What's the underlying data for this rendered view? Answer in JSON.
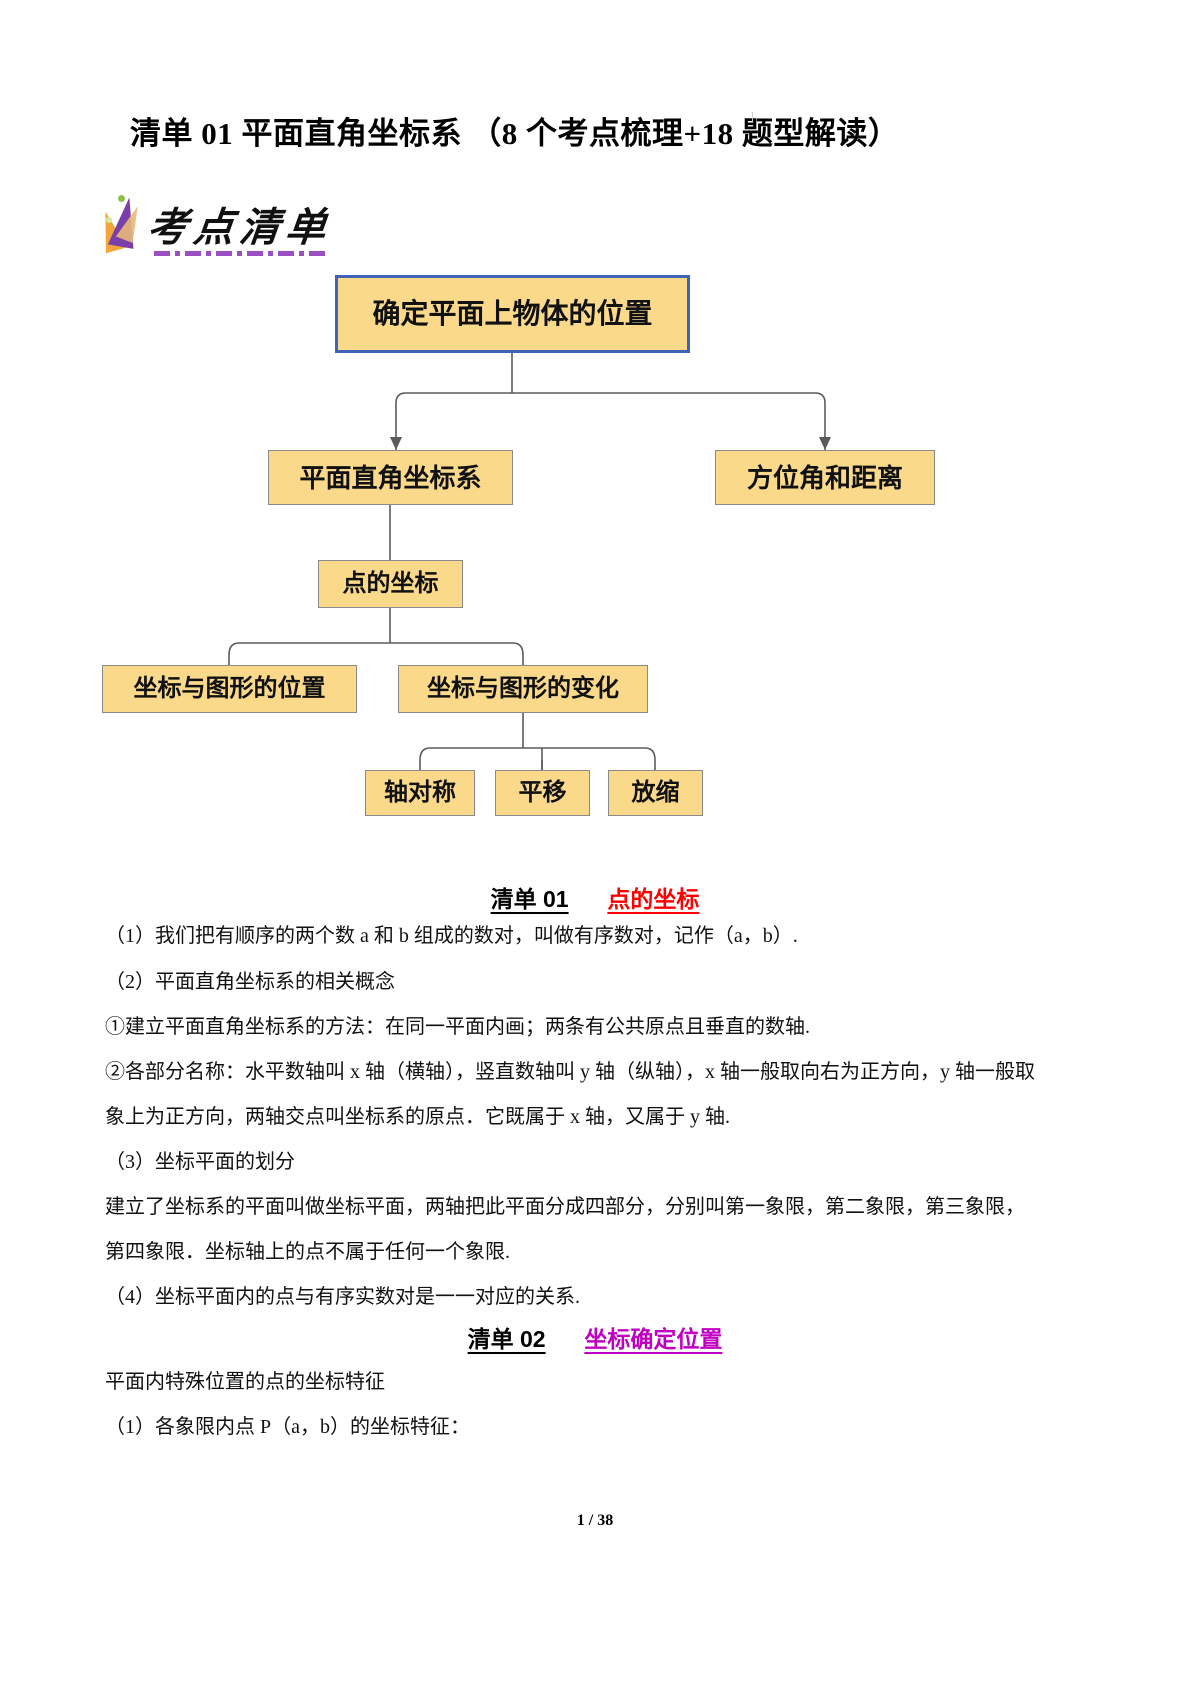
{
  "document": {
    "title": "清单 01  平面直角坐标系 （8 个考点梳理+18 题型解读）",
    "footer": "1 / 38"
  },
  "logo": {
    "text": "考点清单"
  },
  "flowchart": {
    "type": "tree-diagram",
    "nodes": [
      {
        "id": "root",
        "label": "确定平面上物体的位置",
        "level": 0
      },
      {
        "id": "pcs",
        "label": "平面直角坐标系",
        "level": 1
      },
      {
        "id": "fwj",
        "label": "方位角和距离",
        "level": 1
      },
      {
        "id": "point",
        "label": "点的坐标",
        "level": 2
      },
      {
        "id": "pos",
        "label": "坐标与图形的位置",
        "level": 3
      },
      {
        "id": "chg",
        "label": "坐标与图形的变化",
        "level": 3
      },
      {
        "id": "sym",
        "label": "轴对称",
        "level": 4
      },
      {
        "id": "trans",
        "label": "平移",
        "level": 4
      },
      {
        "id": "scale",
        "label": "放缩",
        "level": 4
      }
    ],
    "edges": [
      {
        "from": "root",
        "to": "pcs"
      },
      {
        "from": "root",
        "to": "fwj"
      },
      {
        "from": "pcs",
        "to": "point"
      },
      {
        "from": "point",
        "to": "pos"
      },
      {
        "from": "point",
        "to": "chg"
      },
      {
        "from": "chg",
        "to": "sym"
      },
      {
        "from": "chg",
        "to": "trans"
      },
      {
        "from": "chg",
        "to": "scale"
      }
    ],
    "colors": {
      "node_fill": "#fad98b",
      "node_border": "#8a8a8a",
      "root_border": "#3f63b5",
      "connector": "#5a5a5a"
    }
  },
  "sections": [
    {
      "id": "sec1",
      "number": "清单 01",
      "name": "点的坐标",
      "name_color": "#ff0000"
    },
    {
      "id": "sec2",
      "number": "清单 02",
      "name": "坐标确定位置",
      "name_color": "#c000c0"
    }
  ],
  "body": {
    "lines": [
      "（1）我们把有顺序的两个数 a 和 b 组成的数对，叫做有序数对，记作（a，b）.",
      "（2）平面直角坐标系的相关概念",
      "①建立平面直角坐标系的方法：在同一平面内画；两条有公共原点且垂直的数轴.",
      "②各部分名称：水平数轴叫 x 轴（横轴），竖直数轴叫 y 轴（纵轴），x 轴一般取向右为正方向，y 轴一般取",
      "象上为正方向，两轴交点叫坐标系的原点．它既属于 x 轴，又属于 y 轴.",
      "（3）坐标平面的划分",
      "建立了坐标系的平面叫做坐标平面，两轴把此平面分成四部分，分别叫第一象限，第二象限，第三象限，",
      "第四象限．坐标轴上的点不属于任何一个象限.",
      "（4）坐标平面内的点与有序实数对是一一对应的关系.",
      "平面内特殊位置的点的坐标特征",
      "（1）各象限内点 P（a，b）的坐标特征："
    ]
  }
}
